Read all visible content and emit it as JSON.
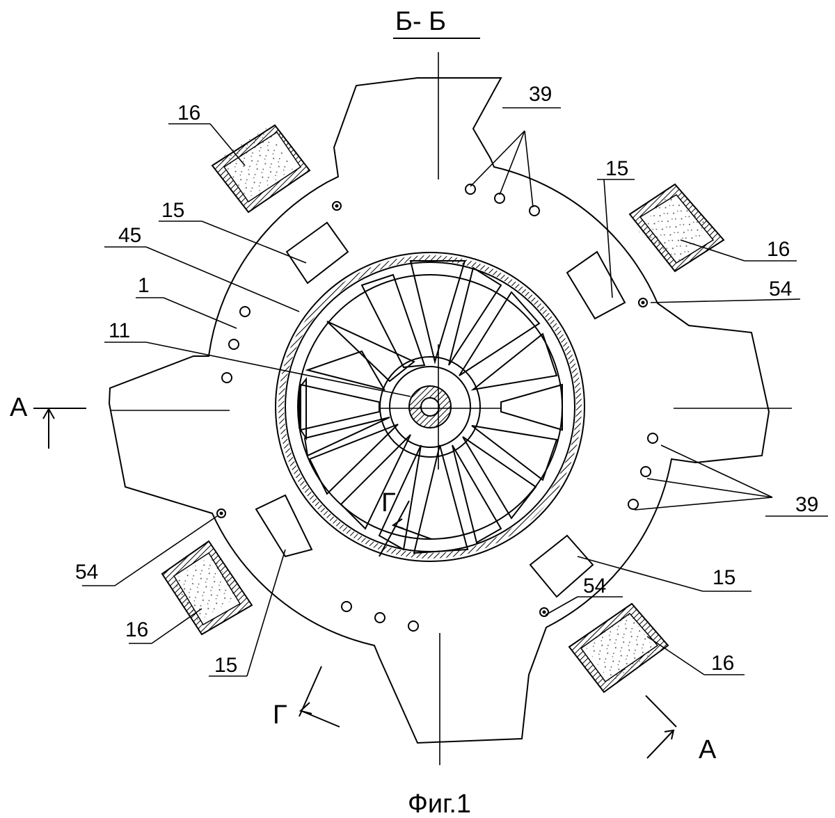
{
  "section_title": "Б- Б",
  "figure_caption": "Фиг.1",
  "section_marks": {
    "a_left": "А",
    "a_right": "А",
    "g_inner": "Г",
    "g_outer": "Г"
  },
  "callouts": {
    "c16_tl": "16",
    "c16_tr": "16",
    "c16_bl": "16",
    "c16_br": "16",
    "c15_tl": "15",
    "c15_tr": "15",
    "c15_bl": "15",
    "c15_br": "15",
    "c39_top": "39",
    "c39_right": "39",
    "c54_right": "54",
    "c54_bl": "54",
    "c54_br": "54",
    "c45": "45",
    "c1": "1",
    "c11": "11"
  }
}
